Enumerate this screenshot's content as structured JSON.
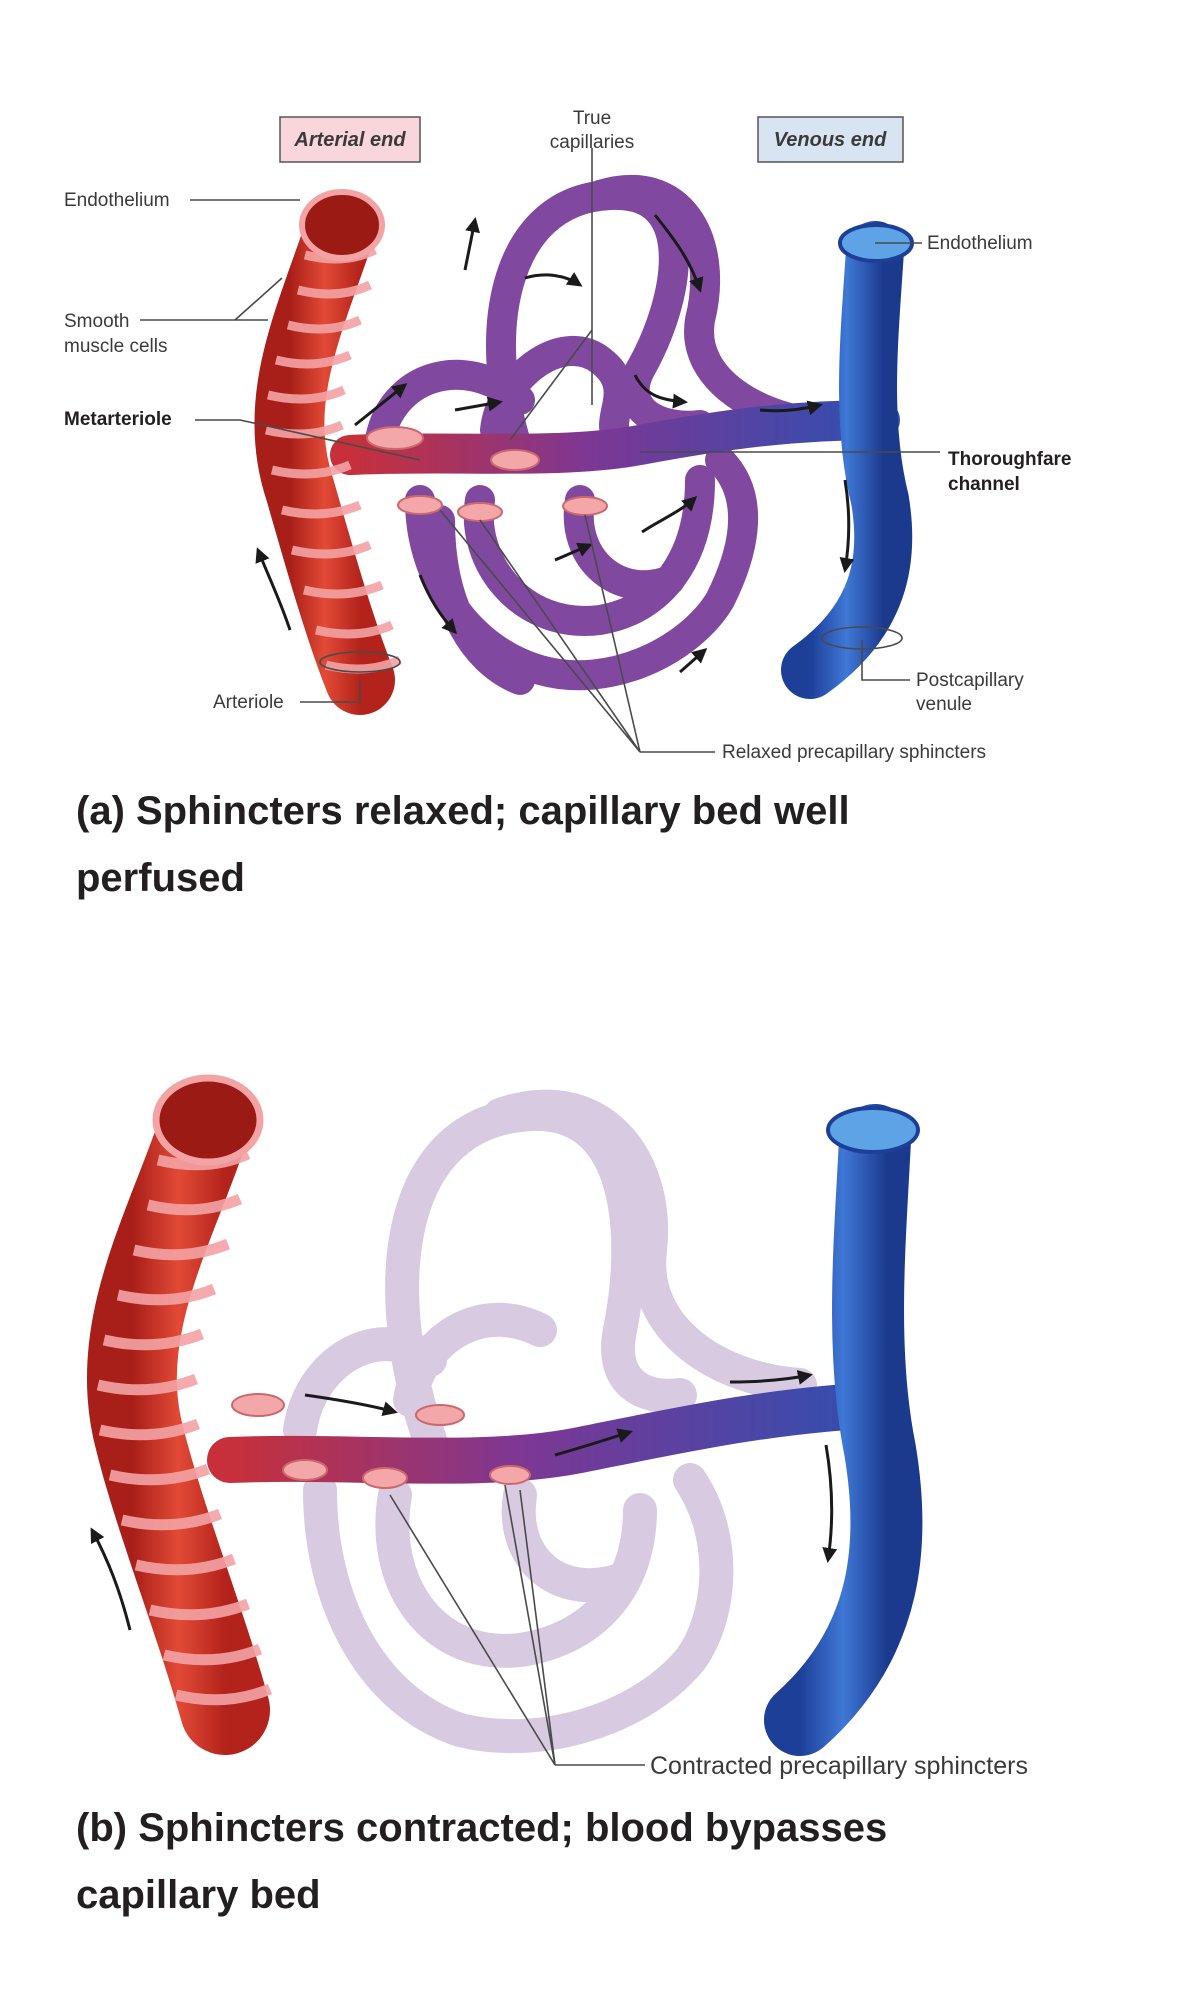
{
  "panel_a": {
    "arterial_end": "Arterial end",
    "venous_end": "Venous end",
    "true_capillaries": [
      "True",
      "capillaries"
    ],
    "endothelium_left": "Endothelium",
    "endothelium_right": "Endothelium",
    "smooth_muscle": [
      "Smooth",
      "muscle cells"
    ],
    "metarteriole": "Metarteriole",
    "thoroughfare": [
      "Thoroughfare",
      "channel"
    ],
    "arteriole": "Arteriole",
    "postcapillary": [
      "Postcapillary",
      "venule"
    ],
    "sphincters": "Relaxed precapillary sphincters",
    "caption_line1": "(a) Sphincters relaxed; capillary bed well",
    "caption_line2": "perfused"
  },
  "panel_b": {
    "sphincters": "Contracted precapillary sphincters",
    "caption_line1": "(b) Sphincters contracted; blood bypasses",
    "caption_line2": "capillary bed"
  },
  "colors": {
    "arteriole": "#d93a2b",
    "arteriole_bands": "#f29a98",
    "capillary": "#7a3f9a",
    "capillary_faded": "#d6c8de",
    "venule": "#2a5fc0",
    "label_box_pink": "#f9d6dc",
    "label_box_blue": "#d8e4f2"
  }
}
